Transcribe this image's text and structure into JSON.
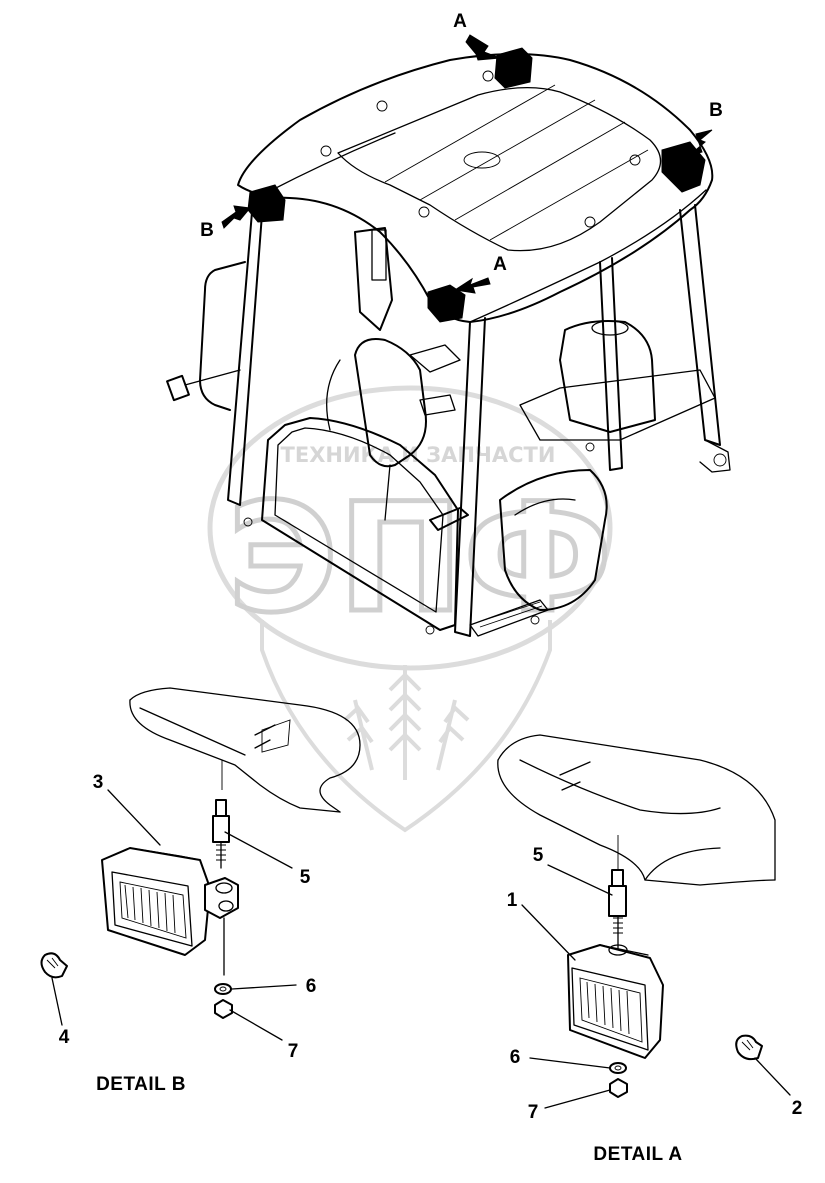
{
  "watermark": {
    "top_text": "ТЕХНИКА И ЗАПЧАСТИ",
    "big_text": "ЭПФ"
  },
  "markers": {
    "a_top": "A",
    "b_right": "B",
    "b_left": "B",
    "a_front": "A"
  },
  "callouts": {
    "c1": "1",
    "c2": "2",
    "c3": "3",
    "c4": "4",
    "c5_b": "5",
    "c5_a": "5",
    "c6_b": "6",
    "c6_a": "6",
    "c7_b": "7",
    "c7_a": "7"
  },
  "details": {
    "detail_b": "DETAIL B",
    "detail_a": "DETAIL A"
  }
}
